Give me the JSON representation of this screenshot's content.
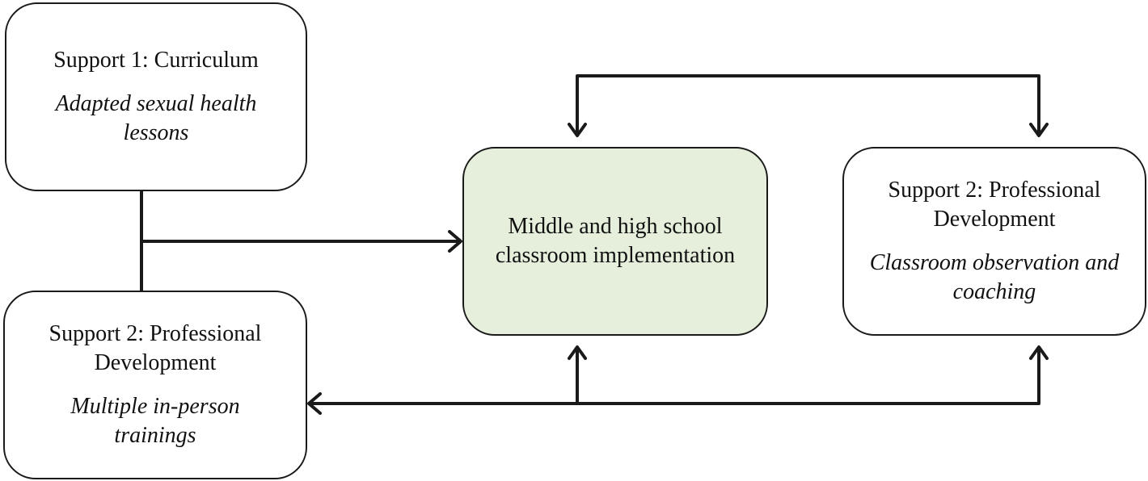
{
  "boxes": {
    "curriculum": {
      "title": "Support 1: Curriculum",
      "subtitle": "Adapted sexual health lessons"
    },
    "pd_trainings": {
      "title": "Support  2: Professional Development",
      "subtitle": "Multiple in-person trainings"
    },
    "classroom": {
      "title": "Middle and high school classroom implementation"
    },
    "pd_coaching": {
      "title": "Support  2: Professional Development",
      "subtitle": "Classroom observation and coaching"
    }
  },
  "colors": {
    "classroom_fill": "#e6efdb",
    "stroke": "#1a1a1a"
  }
}
